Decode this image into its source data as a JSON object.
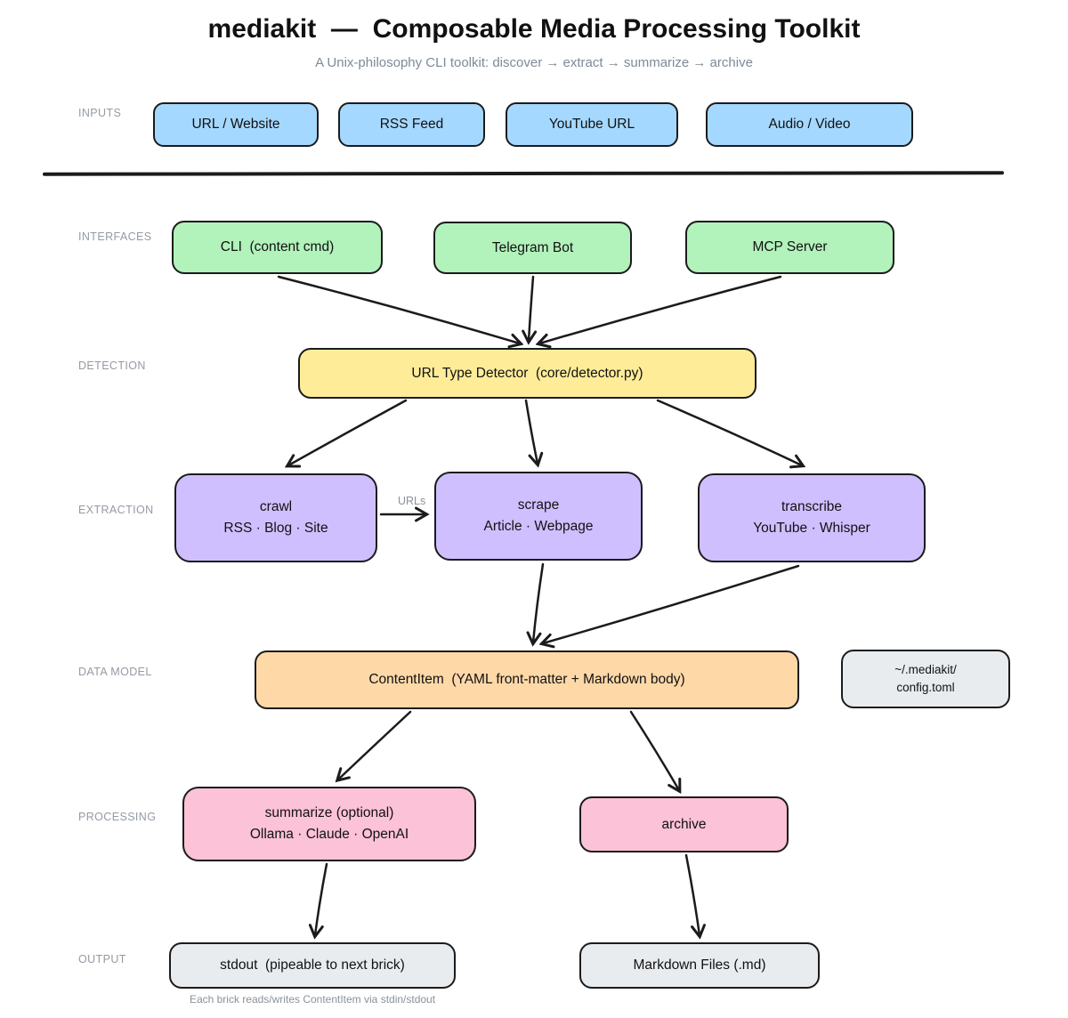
{
  "title": "mediakit  —  Composable Media Processing Toolkit",
  "subtitle": "A Unix-philosophy CLI toolkit: discover → extract → summarize → archive",
  "colors": {
    "input_fill": "#a5d8ff",
    "interface_fill": "#b2f2bb",
    "detection_fill": "#ffec99",
    "extraction_fill": "#d0bfff",
    "data_model_fill": "#ffd8a8",
    "processing_fill": "#fcc2d7",
    "neutral_fill": "#e9ecef",
    "stroke": "#1b1b1b",
    "muted_text": "#8a9199"
  },
  "row_labels": [
    "INPUTS",
    "INTERFACES",
    "DETECTION",
    "EXTRACTION",
    "DATA MODEL",
    "PROCESSING",
    "OUTPUT"
  ],
  "nodes": {
    "inputs": [
      {
        "label": "URL / Website"
      },
      {
        "label": "RSS Feed"
      },
      {
        "label": "YouTube URL"
      },
      {
        "label": "Audio / Video"
      }
    ],
    "interfaces": [
      {
        "label": "CLI  (content cmd)"
      },
      {
        "label": "Telegram Bot"
      },
      {
        "label": "MCP Server"
      }
    ],
    "detector": {
      "label": "URL Type Detector  (core/detector.py)"
    },
    "extraction": [
      {
        "label": "crawl",
        "sublabel": "RSS · Blog · Site"
      },
      {
        "label": "scrape",
        "sublabel": "Article · Webpage"
      },
      {
        "label": "transcribe",
        "sublabel": "YouTube · Whisper"
      }
    ],
    "data_model": {
      "label": "ContentItem  (YAML front-matter + Markdown body)"
    },
    "config_file": {
      "line1": "~/.mediakit/",
      "line2": "config.toml"
    },
    "processing": [
      {
        "label": "summarize (optional)",
        "sublabel": "Ollama · Claude · OpenAI"
      },
      {
        "label": "archive"
      }
    ],
    "output": [
      {
        "label": "stdout  (pipeable to next brick)"
      },
      {
        "label": "Markdown Files (.md)"
      }
    ]
  },
  "edge_labels": {
    "crawl_to_scrape": "URLs"
  },
  "footnote": "Each brick reads/writes ContentItem via stdin/stdout"
}
